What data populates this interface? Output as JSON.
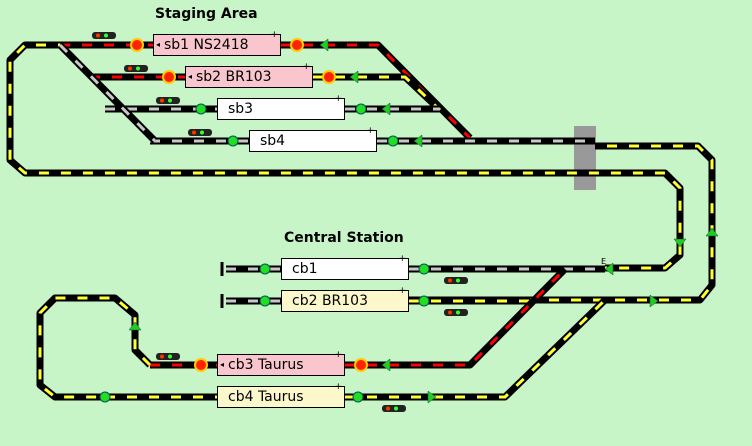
{
  "titles": {
    "staging": "Staging Area",
    "central": "Central Station"
  },
  "blocks": [
    {
      "id": "sb1",
      "label": "sb1 NS2418",
      "state": "occupied",
      "direction": "left"
    },
    {
      "id": "sb2",
      "label": "sb2 BR103",
      "state": "occupied",
      "direction": "left"
    },
    {
      "id": "sb3",
      "label": "sb3",
      "state": "free"
    },
    {
      "id": "sb4",
      "label": "sb4",
      "state": "free"
    },
    {
      "id": "cb1",
      "label": "cb1",
      "state": "free"
    },
    {
      "id": "cb2",
      "label": "cb2 BR103",
      "state": "reserved"
    },
    {
      "id": "cb3",
      "label": "cb3 Taurus",
      "state": "occupied",
      "direction": "left"
    },
    {
      "id": "cb4",
      "label": "cb4 Taurus",
      "state": "reserved"
    }
  ],
  "block_plus_marker": "+",
  "direction_marker": "◂",
  "sensor_mark": "E",
  "colors": {
    "background": "#c8f5c8",
    "track_bed": "#000000",
    "track_free": "#c8c8c8",
    "track_reserved": "#ffff33",
    "track_occupied": "#ff0000",
    "sensor_green": "#22dd22",
    "signal_red": "#ff2200",
    "arrow_green": "#22cc22",
    "block_occupied": "#f8c6cc",
    "block_free": "#ffffff",
    "block_reserved": "#fdf8cc"
  },
  "icons": [
    "sensor-icon",
    "signal-icon",
    "signal-head-icon",
    "direction-arrow-icon",
    "bridge-icon"
  ]
}
